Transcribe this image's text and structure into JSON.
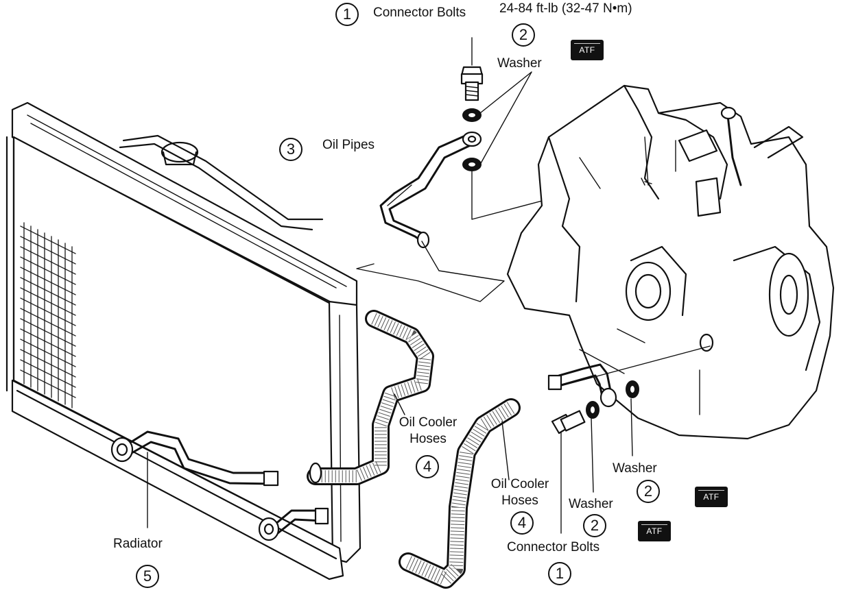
{
  "callouts": {
    "connector_bolts_top": {
      "num": "1",
      "label": "Connector Bolts"
    },
    "torque_spec": "24-84 ft-lb (32-47 N•m)",
    "washer_top": {
      "num": "2",
      "label": "Washer"
    },
    "oil_pipes": {
      "num": "3",
      "label": "Oil Pipes"
    },
    "oil_cooler_hoses_mid": {
      "num": "4",
      "line1": "Oil Cooler",
      "line2": "Hoses"
    },
    "oil_cooler_hoses_low": {
      "num": "4",
      "line1": "Oil Cooler",
      "line2": "Hoses"
    },
    "washer_right": {
      "num": "2",
      "label": "Washer"
    },
    "washer_low": {
      "num": "2",
      "label": "Washer"
    },
    "connector_bolts_bottom": {
      "num": "1",
      "label": "Connector Bolts"
    },
    "radiator": {
      "num": "5",
      "label": "Radiator"
    }
  },
  "atf_badge": "ATF",
  "colors": {
    "ink": "#111111",
    "paper": "#ffffff"
  }
}
